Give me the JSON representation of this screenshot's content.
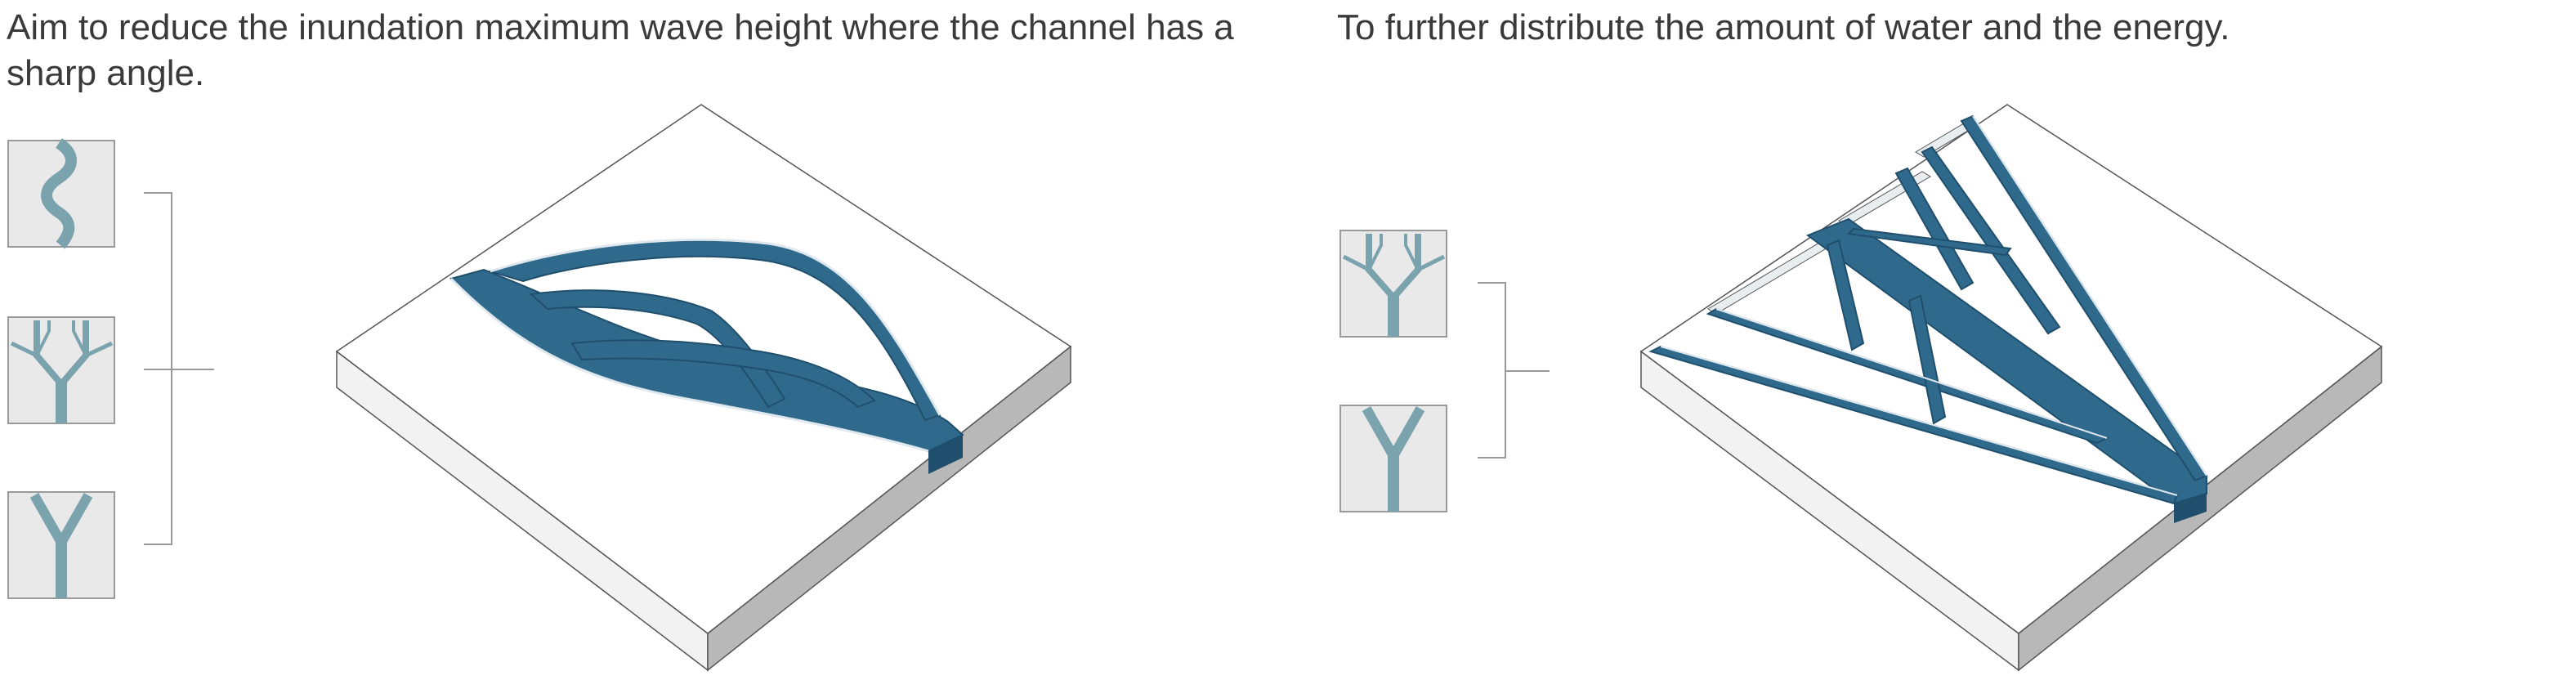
{
  "panels": [
    {
      "caption": "Aim to reduce the inundation maximum wave height where the channel has a sharp angle.",
      "options": [
        "meander-channel-icon",
        "branching-tree-channel-icon",
        "y-fork-channel-icon"
      ],
      "model": "isometric-curved-braided-channel-model"
    },
    {
      "caption": "To further distribute the amount of water and the energy.",
      "options": [
        "branching-tree-channel-icon",
        "y-fork-channel-icon"
      ],
      "model": "isometric-straight-distributary-channel-model"
    }
  ],
  "colors": {
    "water": "#2f6a8c",
    "water_dark": "#1f4f6c",
    "icon_channel": "#7aa3ae",
    "icon_background": "#e9e9e9",
    "block_top": "#ffffff",
    "block_side_light": "#f2f2f2",
    "block_side_dark": "#b8b8b8",
    "bracket_line": "#9a9a9a",
    "text": "#3a3a3a"
  }
}
